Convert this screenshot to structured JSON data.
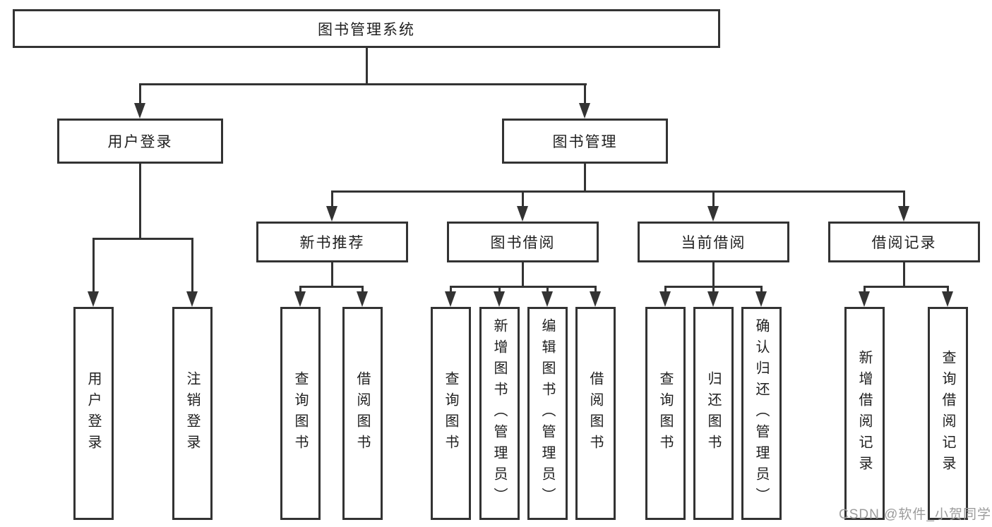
{
  "diagram": {
    "root": "图书管理系统",
    "level2": [
      "用户登录",
      "图书管理"
    ],
    "level3": [
      "新书推荐",
      "图书借阅",
      "当前借阅",
      "借阅记录"
    ],
    "leaves": {
      "user_login": [
        "用户登录",
        "注销登录"
      ],
      "new_books": [
        "查询图书",
        "借阅图书"
      ],
      "book_borrow": [
        "查询图书",
        "新增图书（管理员）",
        "编辑图书（管理员）",
        "借阅图书"
      ],
      "current_borrow": [
        "查询图书",
        "归还图书",
        "确认归还（管理员）"
      ],
      "borrow_records": [
        "新增借阅记录",
        "查询借阅记录"
      ]
    }
  },
  "watermark": "CSDN @软件_小贺同学",
  "colors": {
    "line": "#333333",
    "text": "#1f1f1f",
    "watermark": "#9c9c9c",
    "background": "#ffffff"
  }
}
